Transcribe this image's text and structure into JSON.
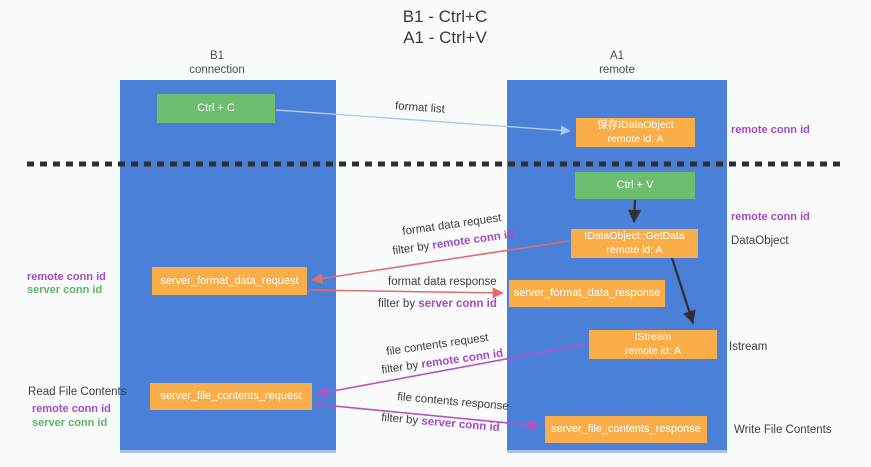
{
  "title": {
    "line1": "B1 - Ctrl+C",
    "line2": "A1 - Ctrl+V"
  },
  "lanes": {
    "left": {
      "title": "B1",
      "subtitle": "connection"
    },
    "right": {
      "title": "A1",
      "subtitle": "remote"
    }
  },
  "nodes": {
    "ctrl_c": {
      "label": "Ctrl + C"
    },
    "save_dataobject": {
      "line1": "保存IDataObject",
      "line2": "remote id: A"
    },
    "ctrl_v": {
      "label": "Ctrl + V"
    },
    "getdata": {
      "line1": "IDataObject::GetData",
      "line2": "remote id: A"
    },
    "format_request": {
      "label": "server_format_data_request"
    },
    "format_response": {
      "label": "server_format_data_response"
    },
    "istream": {
      "line1": "IStream",
      "line2": "remote id: A"
    },
    "file_request": {
      "label": "server_file_contents_request"
    },
    "file_response": {
      "label": "server_file_contents_response"
    }
  },
  "flows": {
    "format_list": {
      "label": "format list"
    },
    "format_request": {
      "label": "format data request",
      "filter_prefix": "filter by ",
      "filter_key": "remote conn id"
    },
    "format_response": {
      "label": "format data response",
      "filter_prefix": "filter by ",
      "filter_key": "server conn id"
    },
    "file_request": {
      "label": "file contents request",
      "filter_prefix": "filter by ",
      "filter_key": "remote conn id"
    },
    "file_response": {
      "label": "file contents response",
      "filter_prefix": "filter by ",
      "filter_key": "server conn id"
    }
  },
  "annotations": {
    "right_top_conn": "remote conn id",
    "right_mid_conn": "remote conn id",
    "dataobject": "DataObject",
    "istream": "Istream",
    "write_file": "Write File Contents",
    "left_format_remote": "remote conn id",
    "left_format_server": "server conn id",
    "read_file": "Read File Contents",
    "left_file_remote": "remote conn id",
    "left_file_server": "server conn id"
  },
  "colors": {
    "lane-blue": "#4a80d8",
    "box-green": "#6fbe70",
    "box-orange": "#f9ae49",
    "text-purple": "#a64ac6",
    "text-green": "#5db661",
    "arrow-red": "#e06e6e",
    "arrow-magenta": "#bd4fc0",
    "arrow-blue": "#a8cdf0",
    "arrow-black": "#2f2f2f",
    "dash-line": "#2e2e2e"
  }
}
